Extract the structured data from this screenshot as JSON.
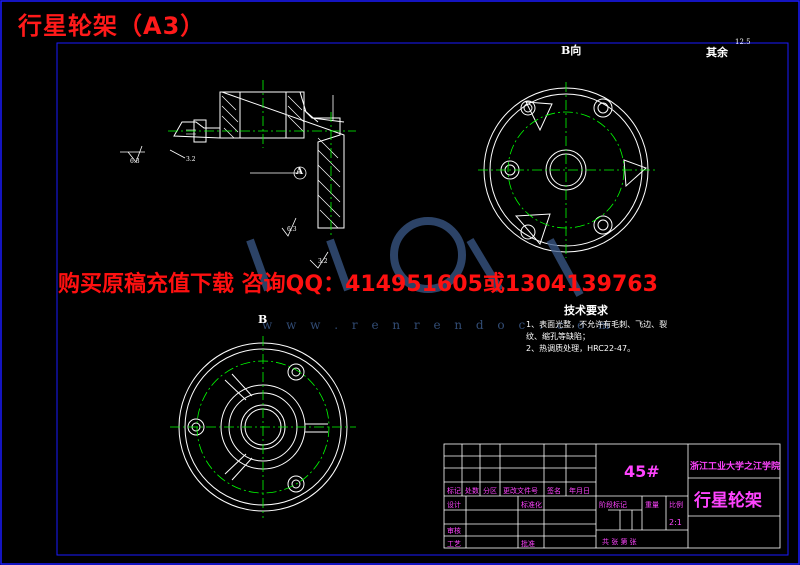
{
  "drawing": {
    "title": "行星轮架（A3）",
    "banner": "购买原稿充值下载 咨询QQ：414951605或1304139763",
    "watermark_url": "w w w . r e n r e n d o c . c o m",
    "view_labels": {
      "view_b_arrow": "B向",
      "view_b": "B",
      "rest_roughness": "其余",
      "rest_value": "12.5",
      "datum_a": "A",
      "roughness_1": "6.3",
      "roughness_2": "6.3",
      "roughness_3": "3.2",
      "roughness_4": "3.2"
    },
    "technical_requirements": {
      "title": "技术要求",
      "items": [
        "1、表面光整，不允许有毛刺、飞边、裂",
        "纹、缩孔等缺陷；",
        "2、热调质处理，HRC22-47。"
      ]
    },
    "title_block": {
      "material": "45#",
      "school": "浙江工业大学之江学院",
      "part_name": "行星轮架",
      "scale": "2:1",
      "labels": {
        "mark": "标记",
        "count": "处数",
        "zone": "分区",
        "change_doc": "更改文件号",
        "signature": "签名",
        "date": "年月日",
        "designer": "设计",
        "standardize": "标准化",
        "stage_mark": "阶段标记",
        "weight": "重量",
        "ratio": "比例",
        "review": "审核",
        "process": "工艺",
        "approve": "批准",
        "sheets": "共 张 第 张"
      }
    },
    "colors": {
      "frame": "#1a1aff",
      "outline": "#ffffff",
      "center_line": "#00ff00",
      "hatch": "#ffffff",
      "dimension": "#ff2020",
      "title_text": "#ff1a1a",
      "table_text": "#ff44ff"
    }
  }
}
